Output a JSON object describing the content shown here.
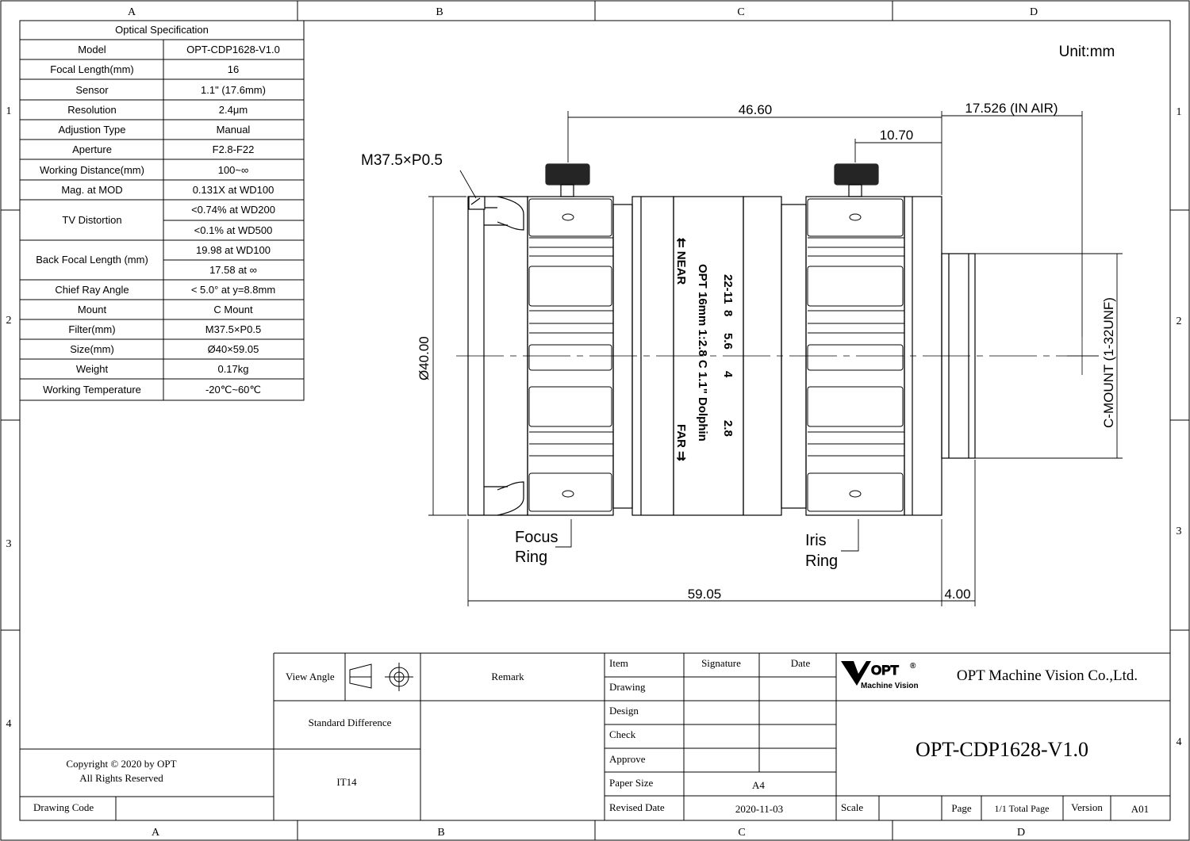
{
  "frame": {
    "columns": [
      "A",
      "B",
      "C",
      "D"
    ],
    "rows": [
      "1",
      "2",
      "3",
      "4"
    ]
  },
  "spec_table": {
    "title": "Optical Specification",
    "rows": [
      [
        "Model",
        "OPT-CDP1628-V1.0"
      ],
      [
        "Focal Length(mm)",
        "16"
      ],
      [
        "Sensor",
        "1.1\" (17.6mm)"
      ],
      [
        "Resolution",
        "2.4μm"
      ],
      [
        "Adjustion Type",
        "Manual"
      ],
      [
        "Aperture",
        "F2.8-F22"
      ],
      [
        "Working Distance(mm)",
        "100~∞"
      ],
      [
        "Mag. at MOD",
        "0.131X at WD100"
      ]
    ],
    "tv_distortion": {
      "label": "TV Distortion",
      "values": [
        "<0.74% at WD200",
        "<0.1% at WD500"
      ]
    },
    "back_focal": {
      "label": "Back Focal Length (mm)",
      "values": [
        "19.98 at WD100",
        "17.58 at ∞"
      ]
    },
    "rows2": [
      [
        "Chief Ray Angle",
        "< 5.0°  at y=8.8mm"
      ],
      [
        "Mount",
        "C Mount"
      ],
      [
        "Filter(mm)",
        "M37.5×P0.5"
      ],
      [
        "Size(mm)",
        "Ø40×59.05"
      ],
      [
        "Weight",
        "0.17kg"
      ],
      [
        "Working Temperature",
        "-20℃~60℃"
      ]
    ]
  },
  "drawing": {
    "unit": "Unit:mm",
    "dim_46": "46.60",
    "dim_10": "10.70",
    "dim_17": "17.526  (IN AIR)",
    "dim_59": "59.05",
    "dim_4": "4.00",
    "dim_dia": "Ø40.00",
    "thread": "M37.5×P0.5",
    "focus_ring": [
      "Focus",
      "Ring"
    ],
    "iris_ring": [
      "Iris",
      "Ring"
    ],
    "mount": "C-MOUNT  (1-32UNF)",
    "lens_text": {
      "near": "⇇ NEAR",
      "far": "FAR ⇉",
      "model": "OPT 16mm 1:2.8 C 1.1\" Dolphin",
      "scale": [
        "22-11",
        "8",
        "5.6",
        "4",
        "2.8"
      ]
    }
  },
  "title_block": {
    "view_angle": "View Angle",
    "remark": "Remark",
    "standard_difference": "Standard Difference",
    "it": "IT14",
    "copyright": [
      "Copyright © 2020 by OPT",
      "All Rights Reserved"
    ],
    "drawing_code": "Drawing Code",
    "item": "Item",
    "signature": "Signature",
    "date": "Date",
    "rows": [
      "Drawing",
      "Design",
      "Check",
      "Approve"
    ],
    "paper_size_label": "Paper Size",
    "paper_size": "A4",
    "revised_label": "Revised Date",
    "revised": "2020-11-03",
    "logo_text": "OPT",
    "logo_sub": "Machine Vision",
    "company": "OPT Machine Vision Co.,Ltd.",
    "part_no": "OPT-CDP1628-V1.0",
    "scale": "Scale",
    "page": "Page",
    "total": "1/1 Total Page",
    "version_label": "Version",
    "version": "A01"
  }
}
